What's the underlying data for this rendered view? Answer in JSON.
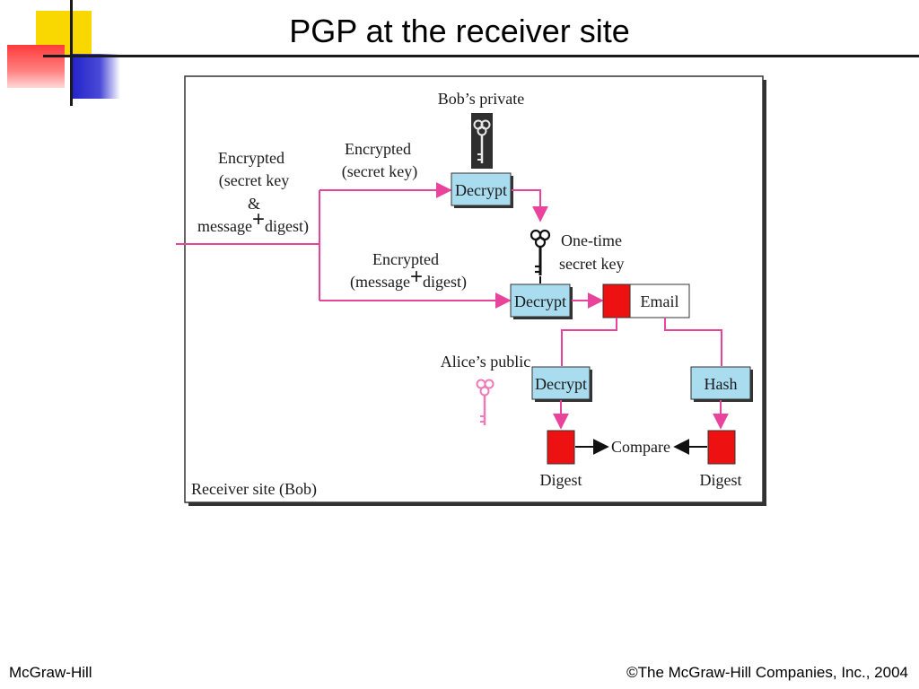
{
  "slide": {
    "title": "PGP at the receiver site",
    "footer_left": "McGraw-Hill",
    "footer_right": "©The McGraw-Hill Companies, Inc., 2004"
  },
  "diagram": {
    "frame_label": "Receiver site (Bob)",
    "input_label": {
      "line1": "Encrypted",
      "line2": "(secret key",
      "line3": "&",
      "line4_a": "message",
      "line4_plus": "+",
      "line4_b": "digest)"
    },
    "upper_branch_label": {
      "line1": "Encrypted",
      "line2": "(secret key)"
    },
    "lower_branch_label": {
      "line1": "Encrypted",
      "line2_a": "(message",
      "line2_plus": "+",
      "line2_b": "digest)"
    },
    "bob_key_label": "Bob’s private",
    "one_time_key_label": {
      "line1": "One-time",
      "line2": "secret key"
    },
    "alice_key_label": "Alice’s public",
    "boxes": {
      "decrypt_key": "Decrypt",
      "decrypt_message": "Decrypt",
      "email": "Email",
      "decrypt_digest": "Decrypt",
      "hash": "Hash"
    },
    "compare_label": "Compare",
    "digest_left": "Digest",
    "digest_right": "Digest",
    "colors": {
      "arrow_pink": "#e8449c",
      "box_blue": "#a8dcee",
      "digest_red": "#ee1111",
      "alice_key_pink": "#f07ab8",
      "bob_key_bg": "#2f2f2f"
    }
  }
}
